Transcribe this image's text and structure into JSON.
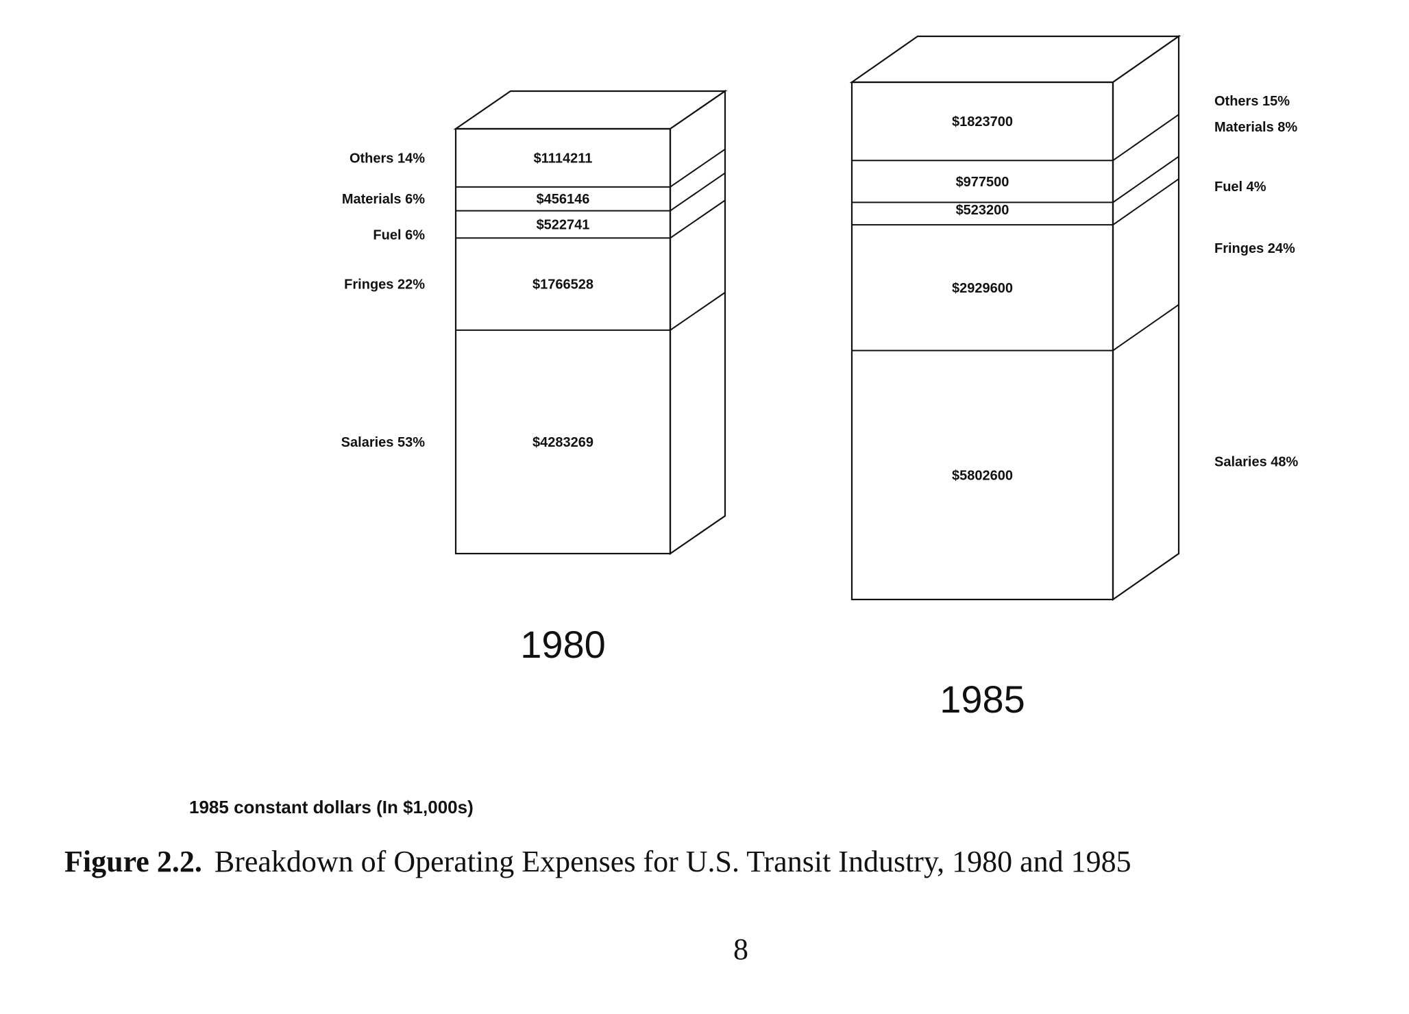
{
  "chart_data": {
    "type": "bar",
    "subtype": "stacked-3d",
    "unit": "1985 constant dollars (in $1,000s)",
    "categories": [
      "1980",
      "1985"
    ],
    "series": [
      {
        "name": "Salaries",
        "values": [
          4283269,
          5802600
        ],
        "labels": [
          "$4283269",
          "$5802600"
        ],
        "percent": [
          "53%",
          "48%"
        ]
      },
      {
        "name": "Fringes",
        "values": [
          1766528,
          2929600
        ],
        "labels": [
          "$1766528",
          "$2929600"
        ],
        "percent": [
          "22%",
          "24%"
        ]
      },
      {
        "name": "Fuel",
        "values": [
          522741,
          523200
        ],
        "labels": [
          "$522741",
          "$523200"
        ],
        "percent": [
          "6%",
          "4%"
        ]
      },
      {
        "name": "Materials",
        "values": [
          456146,
          977500
        ],
        "labels": [
          "$456146",
          "$977500"
        ],
        "percent": [
          "6%",
          "8%"
        ]
      },
      {
        "name": "Others",
        "values": [
          1114211,
          1823700
        ],
        "labels": [
          "$1114211",
          "$1823700"
        ],
        "percent": [
          "14%",
          "15%"
        ]
      }
    ]
  },
  "note": "1985 constant dollars (In $1,000s)",
  "caption": {
    "number": "Figure 2.2.",
    "text": "Breakdown of Operating Expenses for U.S. Transit Industry, 1980 and 1985"
  },
  "page_number": "8"
}
